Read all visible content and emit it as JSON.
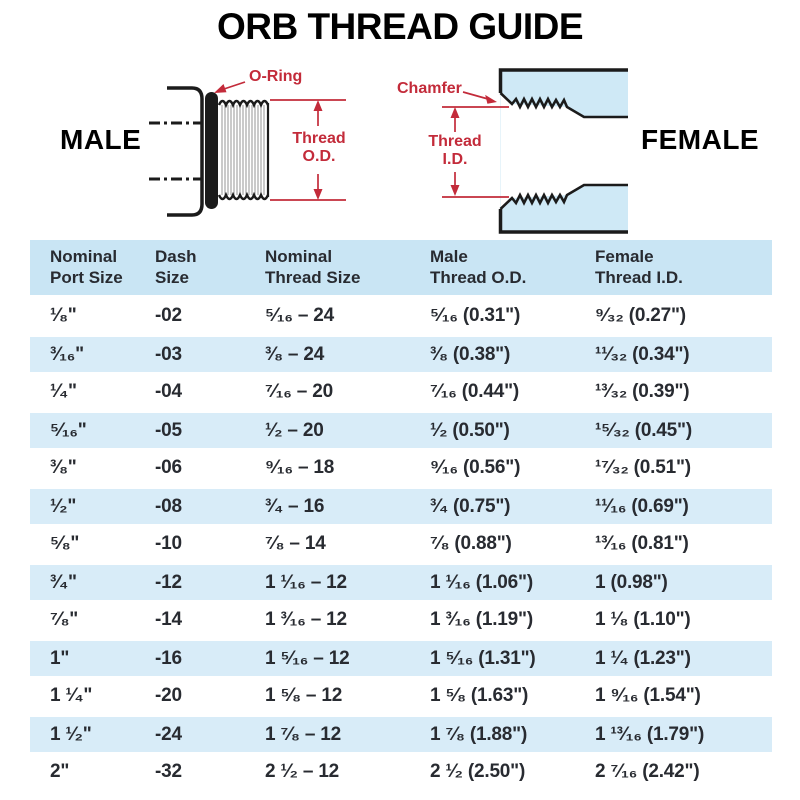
{
  "title": "ORB THREAD GUIDE",
  "diagram": {
    "male_label": "MALE",
    "female_label": "FEMALE",
    "oring_label": "O-Ring",
    "chamfer_label": "Chamfer",
    "thread_od_line1": "Thread",
    "thread_od_line2": "O.D.",
    "thread_id_line1": "Thread",
    "thread_id_line2": "I.D.",
    "colors": {
      "annotation_red": "#c32b3a",
      "female_body_fill": "#cfe9f6",
      "outline_ink": "#1b1b1b"
    }
  },
  "table": {
    "colors": {
      "header_bg": "#c9e5f4",
      "row_alt_bg": "#d8ecf8",
      "text": "#282b31"
    },
    "headers": [
      {
        "line1": "Nominal",
        "line2": "Port Size"
      },
      {
        "line1": "Dash",
        "line2": "Size"
      },
      {
        "line1": "Nominal",
        "line2": "Thread Size"
      },
      {
        "line1": "Male",
        "line2": "Thread O.D."
      },
      {
        "line1": "Female",
        "line2": "Thread I.D."
      }
    ],
    "rows": [
      {
        "cols": [
          "¹⁄₈\"",
          "-02",
          "⁵⁄₁₆ – 24",
          "⁵⁄₁₆ (0.31\")",
          "⁹⁄₃₂ (0.27\")"
        ]
      },
      {
        "cols": [
          "³⁄₁₆\"",
          "-03",
          "³⁄₈ – 24",
          "³⁄₈ (0.38\")",
          "¹¹⁄₃₂ (0.34\")"
        ]
      },
      {
        "cols": [
          "¹⁄₄\"",
          "-04",
          "⁷⁄₁₆ – 20",
          "⁷⁄₁₆ (0.44\")",
          "¹³⁄₃₂ (0.39\")"
        ]
      },
      {
        "cols": [
          "⁵⁄₁₆\"",
          "-05",
          "¹⁄₂ – 20",
          "¹⁄₂ (0.50\")",
          "¹⁵⁄₃₂ (0.45\")"
        ]
      },
      {
        "cols": [
          "³⁄₈\"",
          "-06",
          "⁹⁄₁₆ – 18",
          "⁹⁄₁₆ (0.56\")",
          "¹⁷⁄₃₂ (0.51\")"
        ]
      },
      {
        "cols": [
          "¹⁄₂\"",
          "-08",
          "³⁄₄ – 16",
          "³⁄₄ (0.75\")",
          "¹¹⁄₁₆ (0.69\")"
        ]
      },
      {
        "cols": [
          "⁵⁄₈\"",
          "-10",
          "⁷⁄₈ – 14",
          "⁷⁄₈ (0.88\")",
          "¹³⁄₁₆ (0.81\")"
        ]
      },
      {
        "cols": [
          "³⁄₄\"",
          "-12",
          "1 ¹⁄₁₆ – 12",
          "1 ¹⁄₁₆ (1.06\")",
          "1 (0.98\")"
        ]
      },
      {
        "cols": [
          "⁷⁄₈\"",
          "-14",
          "1 ³⁄₁₆ – 12",
          "1 ³⁄₁₆ (1.19\")",
          "1 ¹⁄₈ (1.10\")"
        ]
      },
      {
        "cols": [
          "1\"",
          "-16",
          "1 ⁵⁄₁₆ – 12",
          "1 ⁵⁄₁₆ (1.31\")",
          "1 ¹⁄₄ (1.23\")"
        ]
      },
      {
        "cols": [
          "1 ¹⁄₄\"",
          "-20",
          "1 ⁵⁄₈ – 12",
          "1 ⁵⁄₈ (1.63\")",
          "1 ⁹⁄₁₆ (1.54\")"
        ]
      },
      {
        "cols": [
          "1 ¹⁄₂\"",
          "-24",
          "1 ⁷⁄₈ – 12",
          "1 ⁷⁄₈ (1.88\")",
          "1 ¹³⁄₁₆ (1.79\")"
        ]
      },
      {
        "cols": [
          "2\"",
          "-32",
          "2 ¹⁄₂ – 12",
          "2 ¹⁄₂ (2.50\")",
          "2 ⁷⁄₁₆ (2.42\")"
        ]
      }
    ]
  }
}
